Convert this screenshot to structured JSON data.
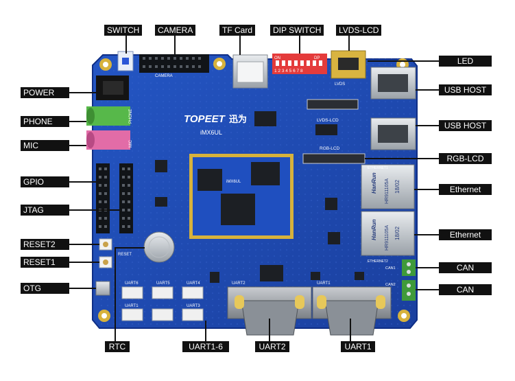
{
  "board_silkscreen": {
    "brand": "TOPEET",
    "brand_cn": "迅为",
    "model": "iMX6UL",
    "core_model": "iMX6UL",
    "connector_labels": {
      "camera": "CAMERA",
      "lvds": "LVDS",
      "lvds_lcd": "LVDS-LCD",
      "rgb_lcd": "RGB-LCD",
      "phone": "PHONE",
      "mic": "MIC",
      "reset": "RESET",
      "uart1": "UART1",
      "uart2": "UART2",
      "uart3": "UART3",
      "uart4": "UART4",
      "uart5": "UART5",
      "uart6": "UART6",
      "can1": "CAN1",
      "can2": "CAN2",
      "ethernet1": "ETHERNET1",
      "ethernet2": "ETHERNET2",
      "dip_on": "ON",
      "dip_dp": "DP",
      "dip_numbers": "1 2 3 4 5 6 7 8"
    },
    "magnetics_brand": "HanRun",
    "magnetics_part": "HR911105A",
    "magnetics_date": "18/02"
  },
  "callouts": {
    "switch": "SWITCH",
    "camera": "CAMERA",
    "tf_card": "TF Card",
    "dip_switch": "DIP SWITCH",
    "lvds_lcd": "LVDS-LCD",
    "led": "LED",
    "usb_host_1": "USB HOST",
    "usb_host_2": "USB HOST",
    "rgb_lcd": "RGB-LCD",
    "ethernet_1": "Ethernet",
    "ethernet_2": "Ethernet",
    "can_1": "CAN",
    "can_2": "CAN",
    "power": "POWER",
    "phone": "PHONE",
    "mic": "MIC",
    "gpio": "GPIO",
    "jtag": "JTAG",
    "reset2": "RESET2",
    "reset1": "RESET1",
    "otg": "OTG",
    "rtc": "RTC",
    "uart1_6": "UART1-6",
    "uart2": "UART2",
    "uart1": "UART1"
  },
  "colors": {
    "pcb": "#1c45b0",
    "pcb_dark": "#0f2e85",
    "label_bg": "#111111",
    "label_text": "#ffffff",
    "gold": "#d7b23c",
    "dip_red": "#e43b3b",
    "phone_jack": "#57b84a",
    "mic_jack": "#e26ca7",
    "can_terminal": "#3f9a3a"
  }
}
